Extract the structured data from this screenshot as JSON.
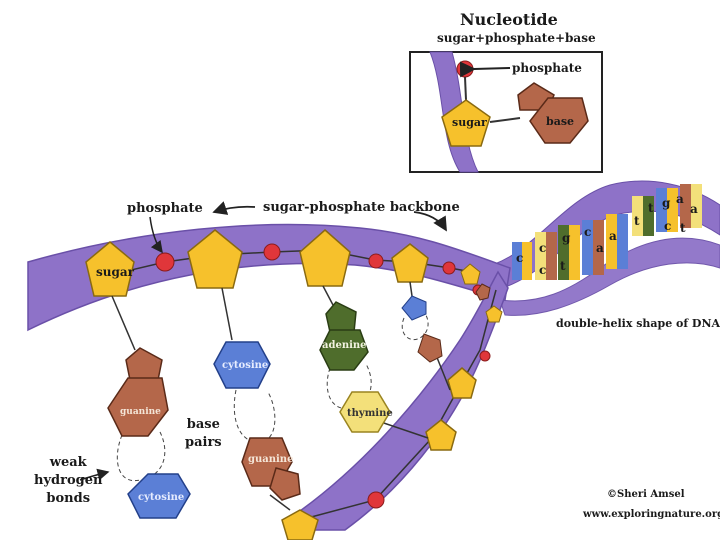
{
  "title": "Nucleotide",
  "subtitle": "sugar+phosphate+base",
  "inset": {
    "phosphate_label": "phosphate",
    "sugar_label": "sugar",
    "base_label": "base"
  },
  "main": {
    "phosphate_label": "phosphate",
    "backbone_label": "sugar-phosphate backbone",
    "sugar_label": "sugar",
    "base_pairs_label": [
      "base",
      "pairs"
    ],
    "weak_bonds_label": [
      "weak",
      "hydrogen",
      "bonds"
    ],
    "helix_label": "double-helix shape of DNA"
  },
  "bases": {
    "guanine_left": "guanine",
    "cytosine_left": "cytosine",
    "cytosine_mid": "cytosine",
    "guanine_mid": "guanine",
    "adenine": "adenine",
    "thymine": "thymine"
  },
  "helix_letters": [
    "t",
    "g",
    "a",
    "t",
    "c",
    "c",
    "a",
    "g",
    "c",
    "t",
    "c",
    "c",
    "a",
    "t",
    "a"
  ],
  "credit": {
    "copyright": "©Sheri Amsel",
    "website": "www.exploringnature.org"
  },
  "colors": {
    "backbone": "#8e72c8",
    "sugar": "#f6c12c",
    "phosphate": "#e0363a",
    "guanine": "#b4674a",
    "cytosine": "#5b7fd6",
    "adenine": "#4f6d2c",
    "thymine": "#f3e07a"
  }
}
